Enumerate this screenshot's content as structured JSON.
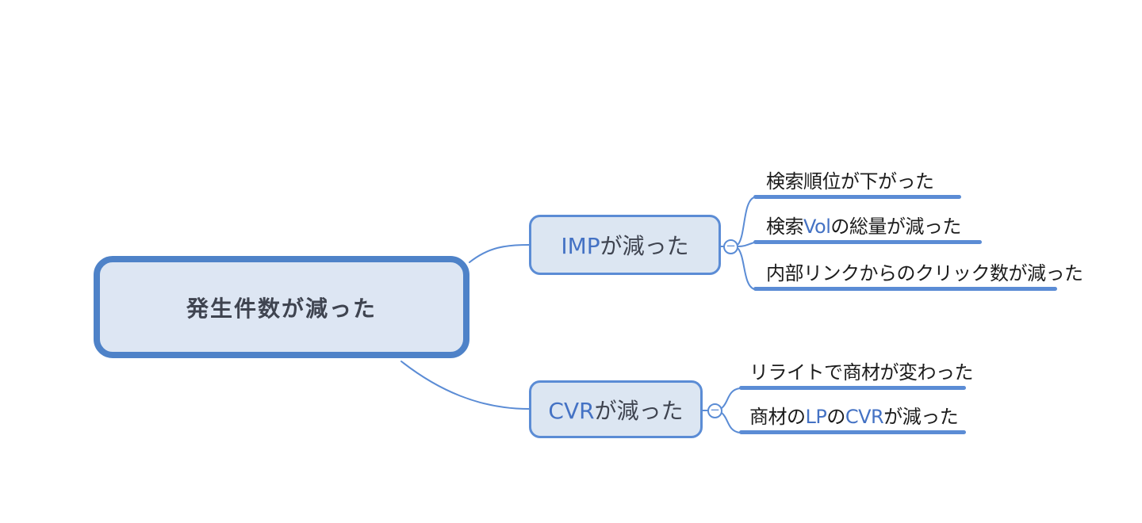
{
  "palette": {
    "background": "#ffffff",
    "line": "#5b8cd5",
    "root_border": "#4e82c8",
    "root_fill": "#dde6f3",
    "node_border": "#5b8cd5",
    "node_fill": "#dce6f2",
    "root_text": "#2b5797",
    "node_text": "#3f4450",
    "subtopic_text": "#1c1c1c",
    "latin_text": "#4472c4"
  },
  "root": {
    "label": "発生件数が減った"
  },
  "branches": [
    {
      "id": "imp",
      "segments": [
        {
          "text": "IMP",
          "latin": true
        },
        {
          "text": "が減った",
          "latin": false
        }
      ],
      "toggle": "−",
      "children": [
        {
          "segments": [
            {
              "text": "検索順位が下がった",
              "latin": false
            }
          ]
        },
        {
          "segments": [
            {
              "text": "検索",
              "latin": false
            },
            {
              "text": "Vol",
              "latin": true
            },
            {
              "text": "の総量が減った",
              "latin": false
            }
          ]
        },
        {
          "segments": [
            {
              "text": "内部リンクからのクリック数が減った",
              "latin": false
            }
          ]
        }
      ]
    },
    {
      "id": "cvr",
      "segments": [
        {
          "text": "CVR",
          "latin": true
        },
        {
          "text": "が減った",
          "latin": false
        }
      ],
      "toggle": "−",
      "children": [
        {
          "segments": [
            {
              "text": "リライトで商材が変わった",
              "latin": false
            }
          ]
        },
        {
          "segments": [
            {
              "text": "商材の",
              "latin": false
            },
            {
              "text": "LP",
              "latin": true
            },
            {
              "text": "の",
              "latin": false
            },
            {
              "text": "CVR",
              "latin": true
            },
            {
              "text": "が減った",
              "latin": false
            }
          ]
        }
      ]
    }
  ]
}
